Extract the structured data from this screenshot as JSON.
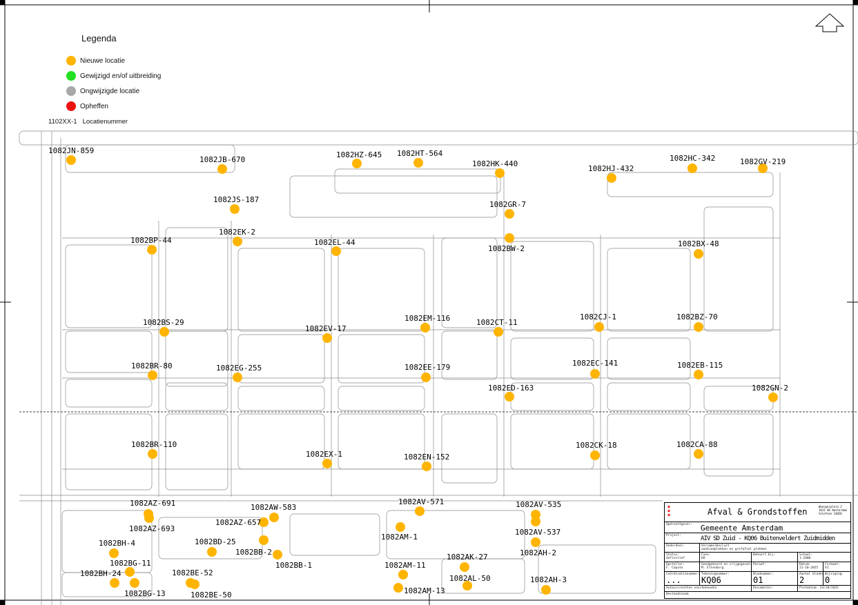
{
  "legend": {
    "title": "Legenda",
    "items": [
      {
        "label": "Nieuwe locatie",
        "color": "#FFB400"
      },
      {
        "label": "Gewijzigd en/of uitbreiding",
        "color": "#22E022"
      },
      {
        "label": "Ongwijzigde locatie",
        "color": "#A8A8A8"
      },
      {
        "label": "Opheffen",
        "color": "#EE1111"
      }
    ],
    "number_example": "1102XX-1",
    "number_label": "Locatienummer"
  },
  "marker_color": "#FFB400",
  "locations": [
    "1082JN-859",
    "1082JB-670",
    "1082HZ-645",
    "1082HT-564",
    "1082HK-440",
    "1082HJ-432",
    "1082HC-342",
    "1082GV-219",
    "1082JS-187",
    "1082GR-7",
    "1082EK-2",
    "1082BW-2",
    "1082BP-44",
    "1082EL-44",
    "1082BX-48",
    "1082EM-116",
    "1082CT-11",
    "1082CJ-1",
    "1082BZ-70",
    "1082BS-29",
    "1082EV-17",
    "1082BR-80",
    "1082EG-255",
    "1082EE-179",
    "1082EC-141",
    "1082EB-115",
    "1082ED-163",
    "1082GN-2",
    "1082BR-110",
    "1082EX-1",
    "1082EN-152",
    "1082CK-18",
    "1082CA-88",
    "1082AZ-691",
    "1082AZ-693",
    "1082AW-583",
    "1082AZ-657",
    "1082BD-25",
    "1082BB-2",
    "1082BB-1",
    "1082BH-4",
    "1082BG-11",
    "1082BH-24",
    "1082BG-13",
    "1082BE-52",
    "1082BE-50",
    "1082AV-571",
    "1082AM-1",
    "1082AV-535",
    "1082AV-537",
    "1082AH-2",
    "1082AK-27",
    "1082AM-11",
    "1082AL-50",
    "1082AM-13",
    "1082AH-3"
  ],
  "title_block": {
    "org_logo": "Gemeente Amsterdam",
    "title": "Afval & Grondstoffen",
    "address": [
      "Weesperplein 2",
      "1011 AK Amsterdam",
      "telefoon 14020"
    ],
    "opdrachtgever_label": "Opdrachtgever:",
    "opdrachtgever": "Gemeente Amsterdam",
    "project_label": "Project:",
    "project": "AIV SD Zuid - KQ06 Buitenveldert Zuidmidden",
    "onderdeel_label": "Onderdeel:",
    "onderdeel_1": "Verzamelbesluit",
    "onderdeel_2": "aanbiedplekken en grofafval plekken",
    "status_label": "Status:",
    "status": "definitief",
    "fase_label": "Fase:",
    "fase": "DO",
    "behoort_label": "Behoort bij:",
    "schaal_label": "Schaal:",
    "schaal": "1:1000",
    "opsteller_label": "Opsteller:",
    "opsteller": "F. Caputo",
    "goedgekeurd_label": "Goedgekeurd en vrijgegeven:",
    "goedgekeurd": "M. Eltenborg",
    "paraaf_label": "Paraaf:",
    "datum_label": "Datum:",
    "datum": "21-10-2025",
    "formaat_label": "Formaat:",
    "formaat": "A1",
    "coord_label": "Coördinatienummer:",
    "coord": "...",
    "tekening_label": "Tekeningnummer:",
    "tekening": "KQ06",
    "blad_label": "Bladnummer:",
    "blad": "01",
    "aantal_label": "Aantal bladen:",
    "aantal": "2",
    "wijziging_label": "Wijziging:",
    "wijziging": "0",
    "auteurs": "Auteursrechten voorbehouden",
    "document_label": "Documentnr:",
    "plotdatum": "Plotdatum: 24/10/2025",
    "bestand_label": "Bestandsnaam"
  }
}
